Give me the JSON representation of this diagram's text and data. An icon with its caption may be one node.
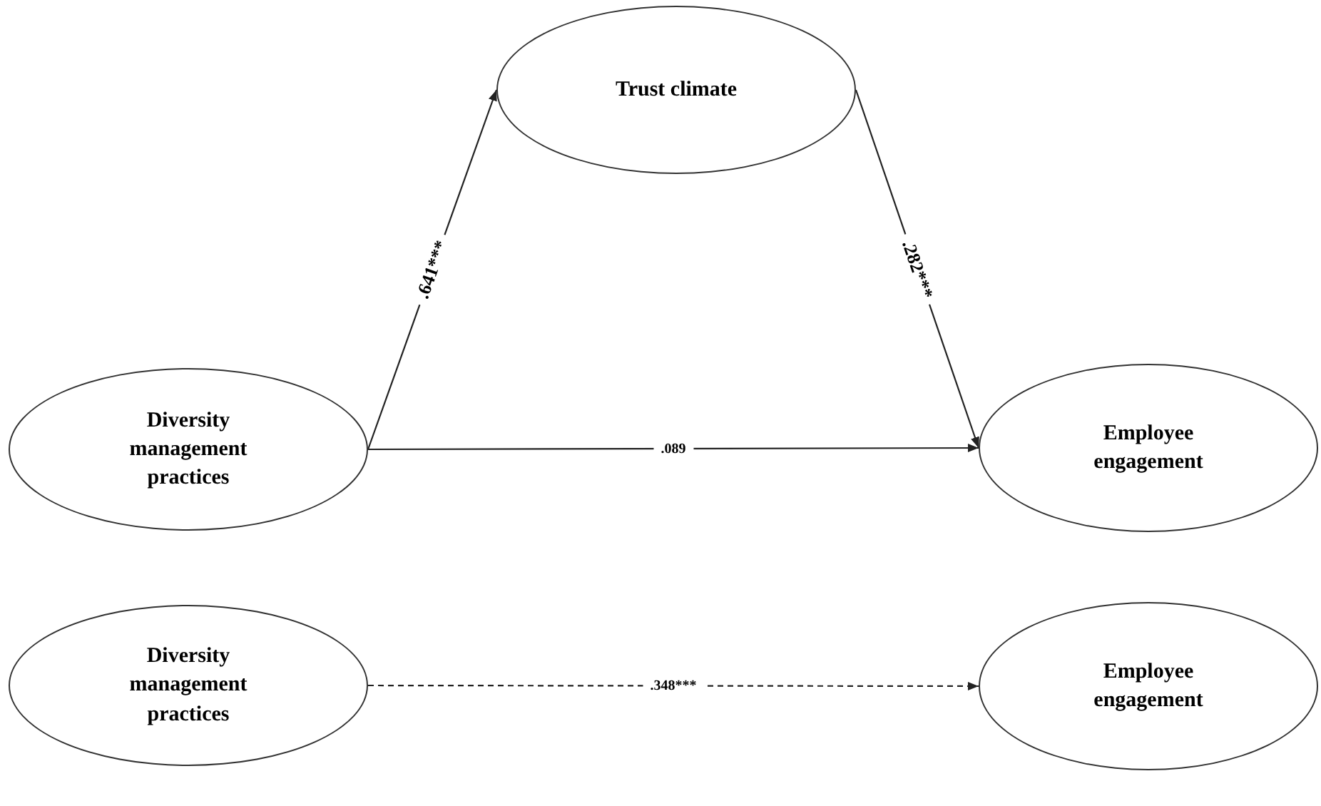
{
  "diagram": {
    "nodes": [
      {
        "text": [
          "Trust climate"
        ]
      },
      {
        "text": [
          "Diversity management practices"
        ]
      },
      {
        "text": [
          "Employee engagement"
        ]
      },
      {
        "text": [
          "Diversity management practices"
        ]
      },
      {
        "text": [
          "Employee engagement"
        ]
      }
    ],
    "edges": [
      {
        "from": 1,
        "to": 0,
        "arrow": "to",
        "label": ".641***"
      },
      {
        "from": 0,
        "to": 2,
        "arrow": "to",
        "label": ".282***"
      },
      {
        "from": 1,
        "to": 2,
        "arrow": "to",
        "label": ".089"
      },
      {
        "from": 3,
        "to": 4,
        "arrow": "to",
        "label": ".348***",
        "style": "dashed"
      }
    ]
  }
}
